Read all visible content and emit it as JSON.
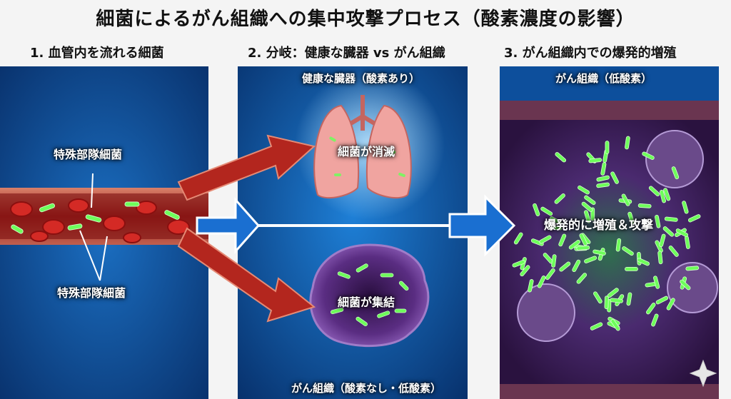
{
  "title": "細菌によるがん組織への集中攻撃プロセス（酸素濃度の影響）",
  "panels": [
    {
      "heading": "1. 血管内を流れる細菌",
      "callout_top": "特殊部隊細菌",
      "callout_bottom": "特殊部隊細菌"
    },
    {
      "heading": "2. 分岐：健康な臓器 vs がん組織",
      "organ_label": "健康な臓器（酸素あり）",
      "organ_text": "細菌が消滅",
      "tumor_text": "細菌が集結",
      "tumor_label": "がん組織（酸素なし・低酸素）"
    },
    {
      "heading": "3. がん組織内での爆発的増殖",
      "tissue_label": "がん組織（低酸素）",
      "center_text": "爆発的に増殖＆攻撃"
    }
  ],
  "colors": {
    "panel_blue": "#0d4f9c",
    "vessel_red": "#b3261e",
    "bacteria_green": "#6dff5a",
    "tumor_purple": "#5a2d82",
    "arrow_blue": "#1a6fd1"
  }
}
